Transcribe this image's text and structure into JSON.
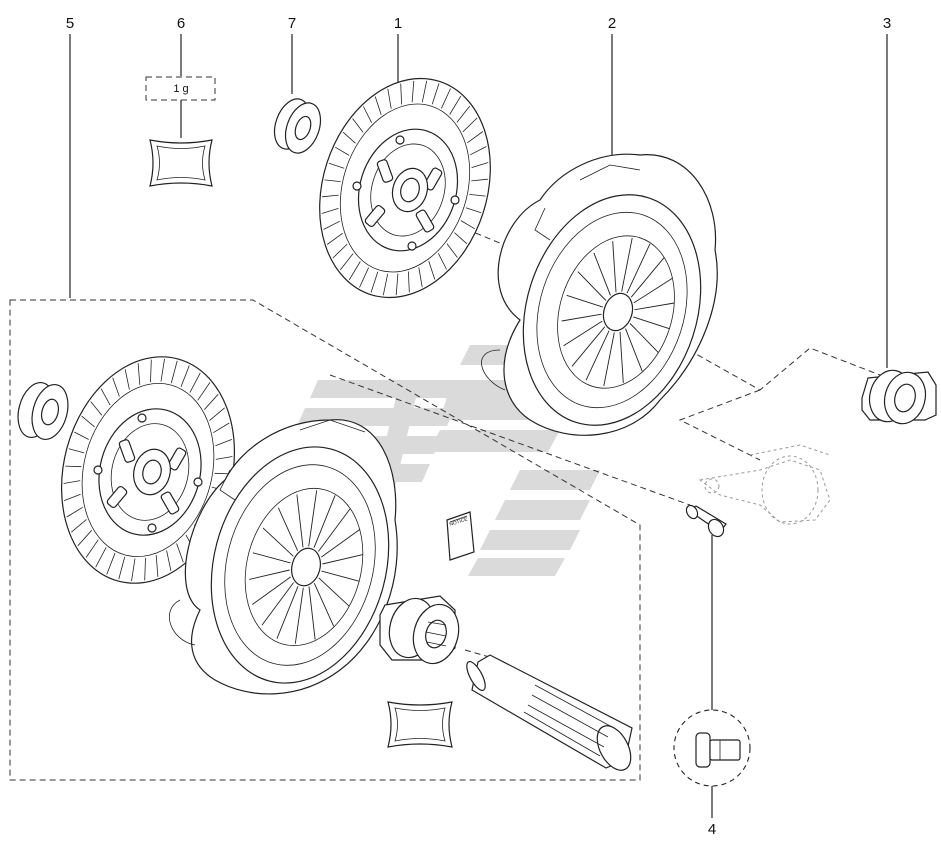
{
  "callouts": [
    {
      "id": "c5",
      "label": "5"
    },
    {
      "id": "c6",
      "label": "6"
    },
    {
      "id": "c7",
      "label": "7"
    },
    {
      "id": "c1",
      "label": "1"
    },
    {
      "id": "c2",
      "label": "2"
    },
    {
      "id": "c3",
      "label": "3"
    },
    {
      "id": "c4",
      "label": "4"
    }
  ],
  "quantity_box": {
    "text": "1 g"
  },
  "notice_booklet": {
    "text": "NOTICE"
  },
  "colors": {
    "line": "#222222",
    "watermark": "#d4d4d4",
    "background": "#ffffff"
  }
}
